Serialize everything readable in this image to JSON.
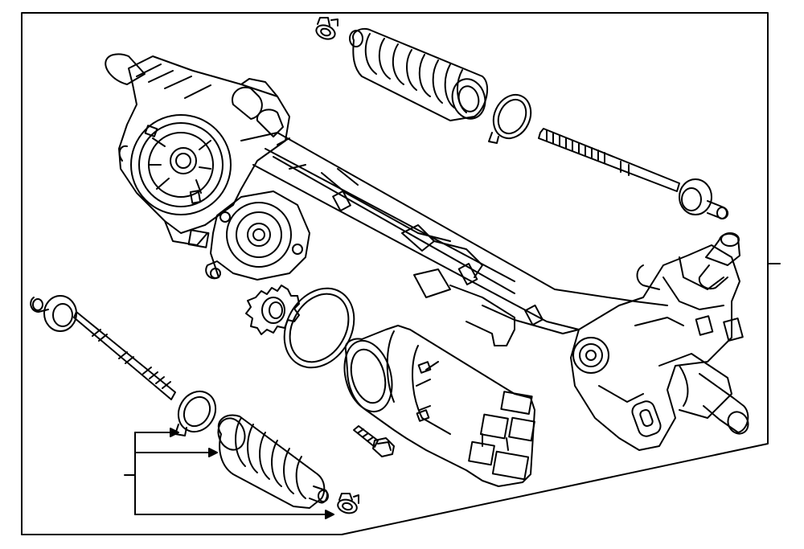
{
  "diagram": {
    "kind": "exploded parts illustration",
    "line_color": "#000000",
    "background": "#ffffff",
    "parts": [
      {
        "id": "steering-gear-housing",
        "icon": "rack-housing-icon"
      },
      {
        "id": "upper-inner-tie-rod",
        "icon": "tie-rod-icon"
      },
      {
        "id": "upper-boot",
        "icon": "bellows-boot-icon"
      },
      {
        "id": "upper-boot-clamp",
        "icon": "clamp-icon"
      },
      {
        "id": "upper-small-clip",
        "icon": "clip-icon"
      },
      {
        "id": "lower-inner-tie-rod",
        "icon": "tie-rod-icon"
      },
      {
        "id": "lower-boot",
        "icon": "bellows-boot-icon"
      },
      {
        "id": "lower-boot-clamp",
        "icon": "clamp-icon"
      },
      {
        "id": "lower-small-clip",
        "icon": "clip-icon"
      },
      {
        "id": "drive-gear",
        "icon": "gear-icon"
      },
      {
        "id": "o-ring-seal",
        "icon": "o-ring-icon"
      },
      {
        "id": "assist-motor",
        "icon": "motor-icon"
      },
      {
        "id": "mounting-bolt",
        "icon": "bolt-icon"
      }
    ]
  }
}
